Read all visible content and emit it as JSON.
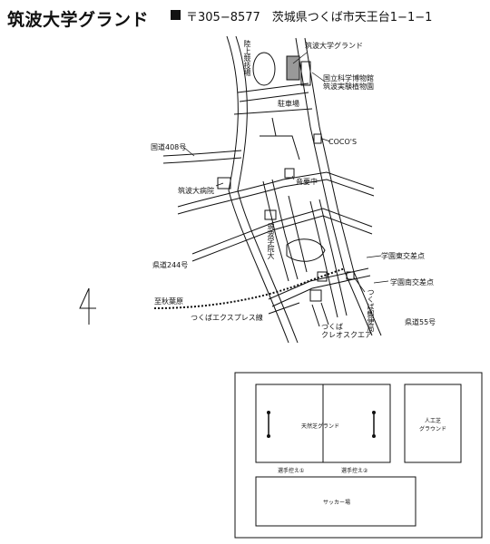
{
  "header": {
    "title": "筑波大学グランド",
    "address": "〒305−8577　茨城県つくば市天王台1−1−1"
  },
  "map_labels": {
    "athletics_field": "陸上競技場",
    "univ_ground": "筑波大学グランド",
    "museum": "国立科学博物館\n筑波実験植物園",
    "parking": "駐車場",
    "cocos": "COCO'S",
    "route408": "国道408号",
    "ongakuchu": "音要中",
    "hospital": "筑波大病院",
    "grad_school": "筑波学院大",
    "route244": "県道244号",
    "gakuen_higashi": "学園東交差点",
    "gakuen_minami": "学園南交差点",
    "akihabara": "至秋葉原",
    "tx_line": "つくばエクスプレス線",
    "post_office": "つくば郵便局",
    "route55": "県道55号",
    "cleo": "つくば\nクレオスクエア"
  },
  "field_plan": {
    "natural_grass": "天然芝グランド",
    "artificial_turf": "人工芝\nグラウンド",
    "bench1": "選手控え①",
    "bench2": "選手控え②",
    "soccer": "サッカー場"
  },
  "colors": {
    "ink": "#111111",
    "building": "#999999"
  }
}
